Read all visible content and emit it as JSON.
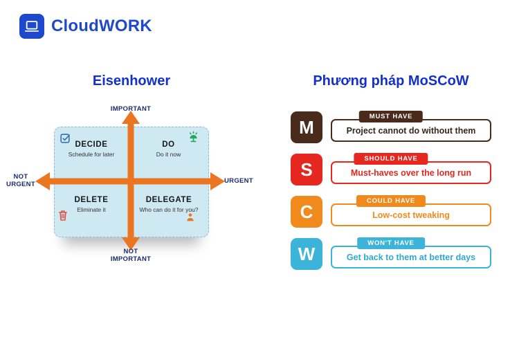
{
  "logo": {
    "text": "CloudWORK",
    "color": "#1e49cc"
  },
  "left": {
    "title": "Eisenhower",
    "axis": {
      "top": "IMPORTANT",
      "bottom_line1": "NOT",
      "bottom_line2": "IMPORTANT",
      "left_line1": "NOT",
      "left_line2": "URGENT",
      "right": "URGENT",
      "arrow_color": "#ec7522",
      "label_color": "#1b2a6e"
    },
    "matrix_bg_color": "#cfe9f2",
    "quadrants": [
      {
        "title": "DECIDE",
        "subtitle": "Schedule for later",
        "icon": "checkbox-icon"
      },
      {
        "title": "DO",
        "subtitle": "Do it now",
        "icon": "lamp-icon"
      },
      {
        "title": "DELETE",
        "subtitle": "Eliminate it",
        "icon": "trash-icon"
      },
      {
        "title": "DELEGATE",
        "subtitle": "Who can do it for you?",
        "icon": "person-icon"
      }
    ]
  },
  "right": {
    "title": "Phương pháp MoSCoW",
    "rows": [
      {
        "letter": "M",
        "badge": "MUST HAVE",
        "text": "Project cannot do without them",
        "color": "#4a2a1b",
        "text_color": "#33271f"
      },
      {
        "letter": "S",
        "badge": "SHOULD HAVE",
        "text": "Must-haves over the long run",
        "color": "#e5271f",
        "text_color": "#e5271f"
      },
      {
        "letter": "C",
        "badge": "COULD HAVE",
        "text": "Low-cost tweaking",
        "color": "#f08a1d",
        "text_color": "#f08a1d"
      },
      {
        "letter": "W",
        "badge": "WON'T HAVE",
        "text": "Get back to them at better days",
        "color": "#3cb4d9",
        "text_color": "#2fa9d2"
      }
    ]
  }
}
